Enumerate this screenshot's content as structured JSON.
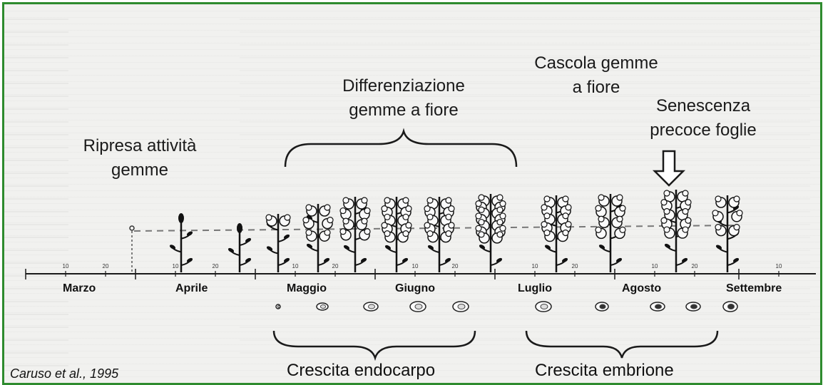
{
  "stages": {
    "ripresa": [
      "Ripresa attività",
      "gemme"
    ],
    "differenziazione": [
      "Differenziazione",
      "gemme a fiore"
    ],
    "cascola": [
      "Cascola gemme",
      "a fiore"
    ],
    "senescenza": [
      "Senescenza",
      "precoce foglie"
    ]
  },
  "months": [
    "Marzo",
    "Aprile",
    "Maggio",
    "Giugno",
    "Luglio",
    "Agosto",
    "Settembre"
  ],
  "tick_labels": [
    "10",
    "20",
    "10",
    "20",
    "10",
    "20",
    "10",
    "20",
    "10",
    "20",
    "10",
    "20",
    "10"
  ],
  "growth": {
    "endocarpo": "Crescita endocarpo",
    "embrione": "Crescita embrione"
  },
  "credit": "Caruso et al., 1995",
  "colors": {
    "border": "#2e8b2e",
    "ink": "#1a1a1a"
  },
  "icons": [
    "plant-icon",
    "seed-icon",
    "down-arrow-icon",
    "brace-icon"
  ]
}
